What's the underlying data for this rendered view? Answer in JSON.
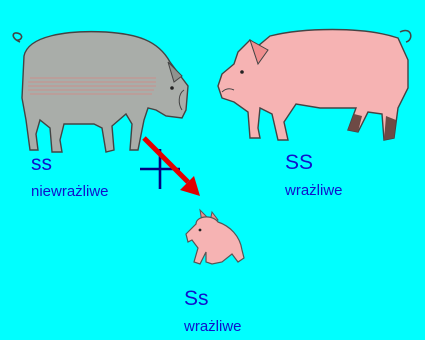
{
  "colors": {
    "background": "#00FFFF",
    "text": "#1111cc",
    "grey_pig": "#a9ada9",
    "pink_pig": "#f6b3b3",
    "cross_mark": "#000080",
    "arrow": "#e00000"
  },
  "parents": [
    {
      "genotype": "ss",
      "phenotype": "niewrażliwe",
      "icon": "grey-pig-icon"
    },
    {
      "genotype": "SS",
      "phenotype": "wrażliwe",
      "icon": "pink-pig-icon"
    }
  ],
  "offspring": {
    "genotype": "Ss",
    "phenotype": "wrażliwe",
    "icon": "piglet-icon"
  },
  "cross_icon": "cross-icon",
  "arrow_icon": "arrow-icon"
}
